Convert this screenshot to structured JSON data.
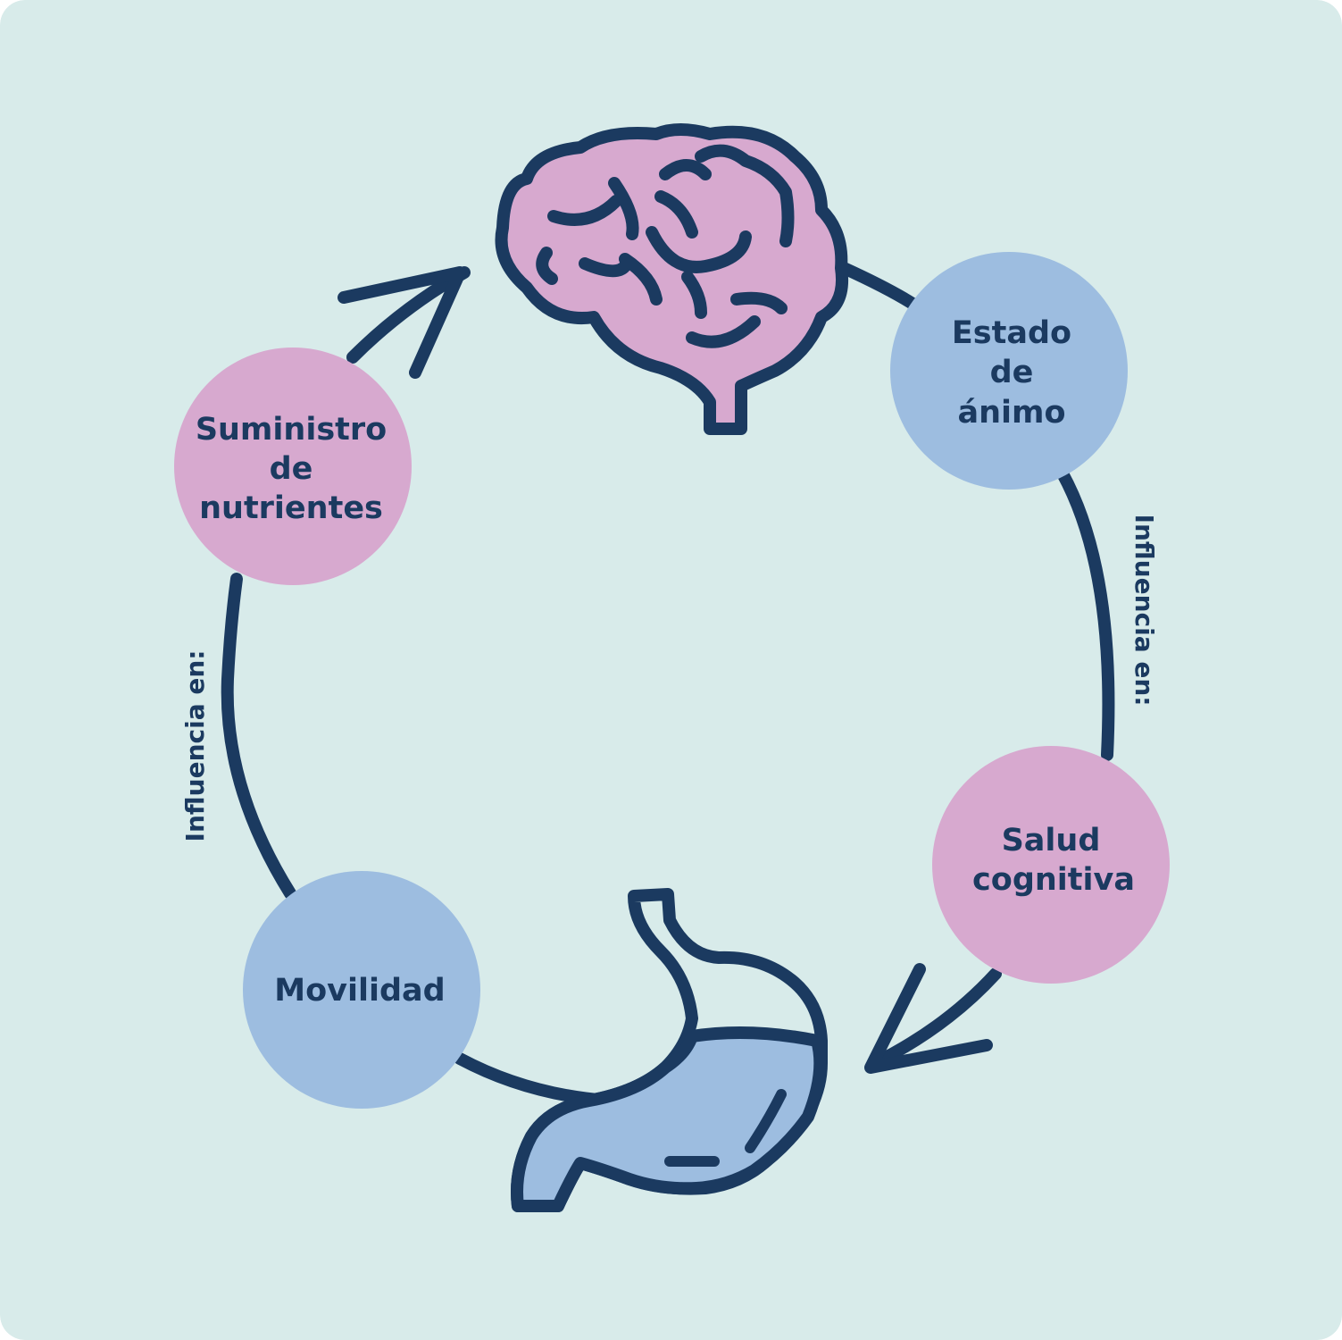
{
  "colors": {
    "background": "#d8ebea",
    "stroke": "#1b3a60",
    "pink": "#d7a9cf",
    "blue": "#9dbde0"
  },
  "icons": {
    "top": "brain-icon",
    "bottom": "stomach-icon"
  },
  "nodes": {
    "mood": {
      "line1": "Estado",
      "line2": "de",
      "line3": "ánimo"
    },
    "cognitive": {
      "line1": "Salud",
      "line2": "cognitiva"
    },
    "mobility": {
      "line1": "Movilidad"
    },
    "nutrients": {
      "line1": "Suministro",
      "line2": "de",
      "line3": "nutrientes"
    }
  },
  "labels": {
    "right": "Influencia en:",
    "left": "Influencia en:"
  }
}
